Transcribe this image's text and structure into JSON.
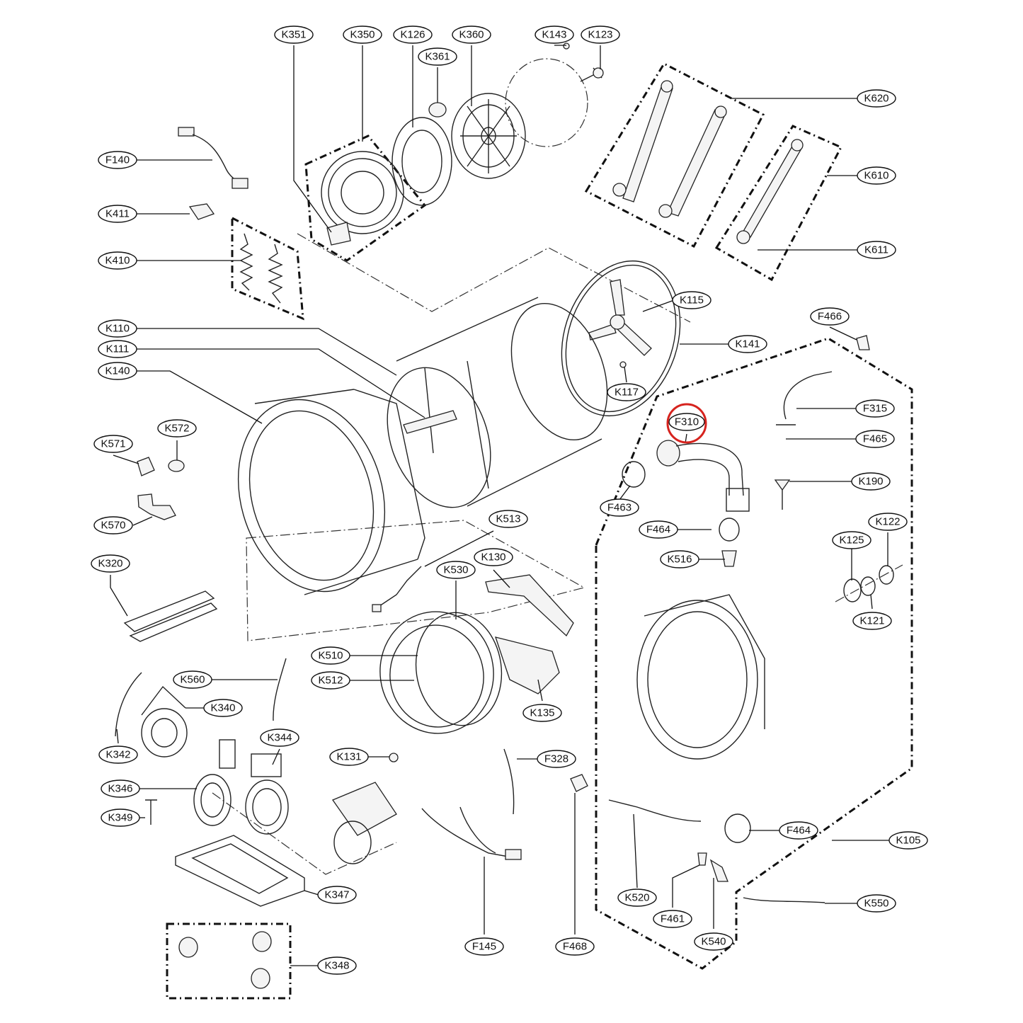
{
  "labels": {
    "K351": "K351",
    "K350": "K350",
    "K126": "K126",
    "K360": "K360",
    "K361": "K361",
    "K143": "K143",
    "K123": "K123",
    "K620": "K620",
    "K610": "K610",
    "K611": "K611",
    "F140": "F140",
    "K411": "K411",
    "K410": "K410",
    "K115": "K115",
    "K141": "K141",
    "F466": "F466",
    "K110": "K110",
    "K111": "K111",
    "K140": "K140",
    "K117": "K117",
    "F310": "F310",
    "F315": "F315",
    "F465": "F465",
    "K571": "K571",
    "K572": "K572",
    "K190": "K190",
    "F463": "F463",
    "K570": "K570",
    "K513": "K513",
    "F464a": "F464",
    "K122": "K122",
    "K125": "K125",
    "K130": "K130",
    "K530": "K530",
    "K320": "K320",
    "K516": "K516",
    "K121": "K121",
    "K510": "K510",
    "K512": "K512",
    "K560": "K560",
    "K135": "K135",
    "K340": "K340",
    "K344": "K344",
    "K342": "K342",
    "K131": "K131",
    "F328": "F328",
    "K346": "K346",
    "K349": "K349",
    "F464b": "F464",
    "K105": "K105",
    "K347": "K347",
    "K520": "K520",
    "F461": "F461",
    "K550": "K550",
    "K540": "K540",
    "K348": "K348",
    "F145": "F145",
    "F468": "F468"
  },
  "highlight": {
    "label": "F310",
    "color": "#d6231e"
  }
}
